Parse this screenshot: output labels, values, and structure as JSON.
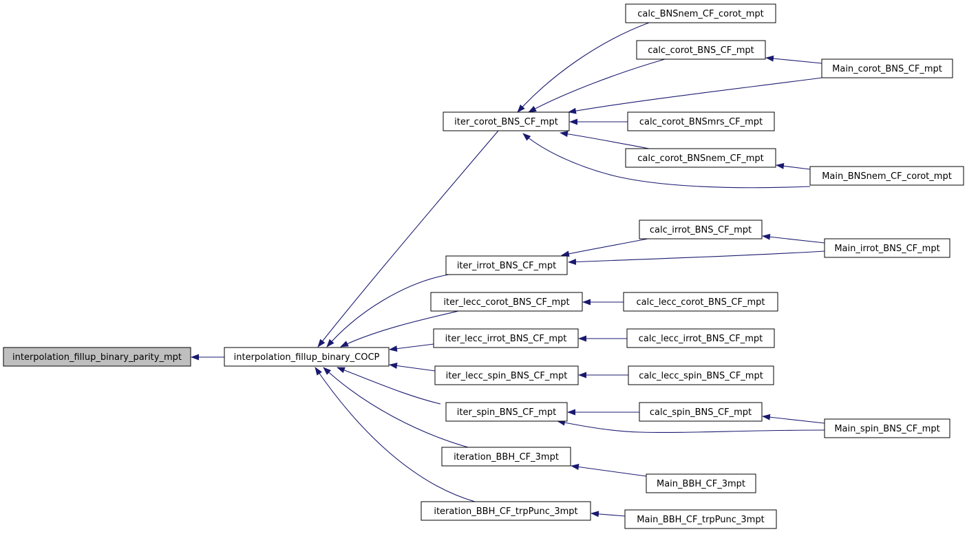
{
  "colors": {
    "edge": "#191970",
    "node_fill": "#ffffff",
    "root_fill": "#bfbfbf",
    "border": "#000000"
  },
  "nodes": [
    {
      "id": "root",
      "label": "interpolation_fillup_binary_parity_mpt",
      "root": true
    },
    {
      "id": "cocp",
      "label": "interpolation_fillup_binary_COCP"
    },
    {
      "id": "iter_corot",
      "label": "iter_corot_BNS_CF_mpt"
    },
    {
      "id": "iter_irrot",
      "label": "iter_irrot_BNS_CF_mpt"
    },
    {
      "id": "iter_lecc_corot",
      "label": "iter_lecc_corot_BNS_CF_mpt"
    },
    {
      "id": "iter_lecc_irrot",
      "label": "iter_lecc_irrot_BNS_CF_mpt"
    },
    {
      "id": "iter_lecc_spin",
      "label": "iter_lecc_spin_BNS_CF_mpt"
    },
    {
      "id": "iter_spin",
      "label": "iter_spin_BNS_CF_mpt"
    },
    {
      "id": "iteration_bbh",
      "label": "iteration_BBH_CF_3mpt"
    },
    {
      "id": "iteration_bbh_trp",
      "label": "iteration_BBH_CF_trpPunc_3mpt"
    },
    {
      "id": "calc_bnsnem_corot",
      "label": "calc_BNSnem_CF_corot_mpt"
    },
    {
      "id": "calc_corot",
      "label": "calc_corot_BNS_CF_mpt"
    },
    {
      "id": "calc_corot_mrs",
      "label": "calc_corot_BNSmrs_CF_mpt"
    },
    {
      "id": "calc_corot_nem",
      "label": "calc_corot_BNSnem_CF_mpt"
    },
    {
      "id": "calc_irrot",
      "label": "calc_irrot_BNS_CF_mpt"
    },
    {
      "id": "calc_lecc_corot",
      "label": "calc_lecc_corot_BNS_CF_mpt"
    },
    {
      "id": "calc_lecc_irrot",
      "label": "calc_lecc_irrot_BNS_CF_mpt"
    },
    {
      "id": "calc_lecc_spin",
      "label": "calc_lecc_spin_BNS_CF_mpt"
    },
    {
      "id": "calc_spin",
      "label": "calc_spin_BNS_CF_mpt"
    },
    {
      "id": "main_bbh",
      "label": "Main_BBH_CF_3mpt"
    },
    {
      "id": "main_corot",
      "label": "Main_corot_BNS_CF_mpt"
    },
    {
      "id": "main_bnsnem",
      "label": "Main_BNSnem_CF_corot_mpt"
    },
    {
      "id": "main_irrot",
      "label": "Main_irrot_BNS_CF_mpt"
    },
    {
      "id": "main_spin",
      "label": "Main_spin_BNS_CF_mpt"
    },
    {
      "id": "main_bbh_trp",
      "label": "Main_BBH_CF_trpPunc_3mpt"
    }
  ],
  "edges": [
    {
      "from": "cocp",
      "to": "root"
    },
    {
      "from": "iter_corot",
      "to": "cocp"
    },
    {
      "from": "iter_irrot",
      "to": "cocp"
    },
    {
      "from": "iter_lecc_corot",
      "to": "cocp"
    },
    {
      "from": "iter_lecc_irrot",
      "to": "cocp"
    },
    {
      "from": "iter_lecc_spin",
      "to": "cocp"
    },
    {
      "from": "iter_spin",
      "to": "cocp"
    },
    {
      "from": "iteration_bbh",
      "to": "cocp"
    },
    {
      "from": "iteration_bbh_trp",
      "to": "cocp"
    },
    {
      "from": "calc_bnsnem_corot",
      "to": "iter_corot"
    },
    {
      "from": "calc_corot",
      "to": "iter_corot"
    },
    {
      "from": "main_corot",
      "to": "iter_corot"
    },
    {
      "from": "calc_corot_mrs",
      "to": "iter_corot"
    },
    {
      "from": "calc_corot_nem",
      "to": "iter_corot"
    },
    {
      "from": "main_bnsnem",
      "to": "iter_corot"
    },
    {
      "from": "main_corot",
      "to": "calc_corot"
    },
    {
      "from": "main_bnsnem",
      "to": "calc_corot_nem"
    },
    {
      "from": "calc_irrot",
      "to": "iter_irrot"
    },
    {
      "from": "main_irrot",
      "to": "iter_irrot"
    },
    {
      "from": "main_irrot",
      "to": "calc_irrot"
    },
    {
      "from": "calc_lecc_corot",
      "to": "iter_lecc_corot"
    },
    {
      "from": "calc_lecc_irrot",
      "to": "iter_lecc_irrot"
    },
    {
      "from": "calc_lecc_spin",
      "to": "iter_lecc_spin"
    },
    {
      "from": "calc_spin",
      "to": "iter_spin"
    },
    {
      "from": "main_spin",
      "to": "iter_spin"
    },
    {
      "from": "main_spin",
      "to": "calc_spin"
    },
    {
      "from": "main_bbh",
      "to": "iteration_bbh"
    },
    {
      "from": "main_bbh_trp",
      "to": "iteration_bbh_trp"
    }
  ]
}
